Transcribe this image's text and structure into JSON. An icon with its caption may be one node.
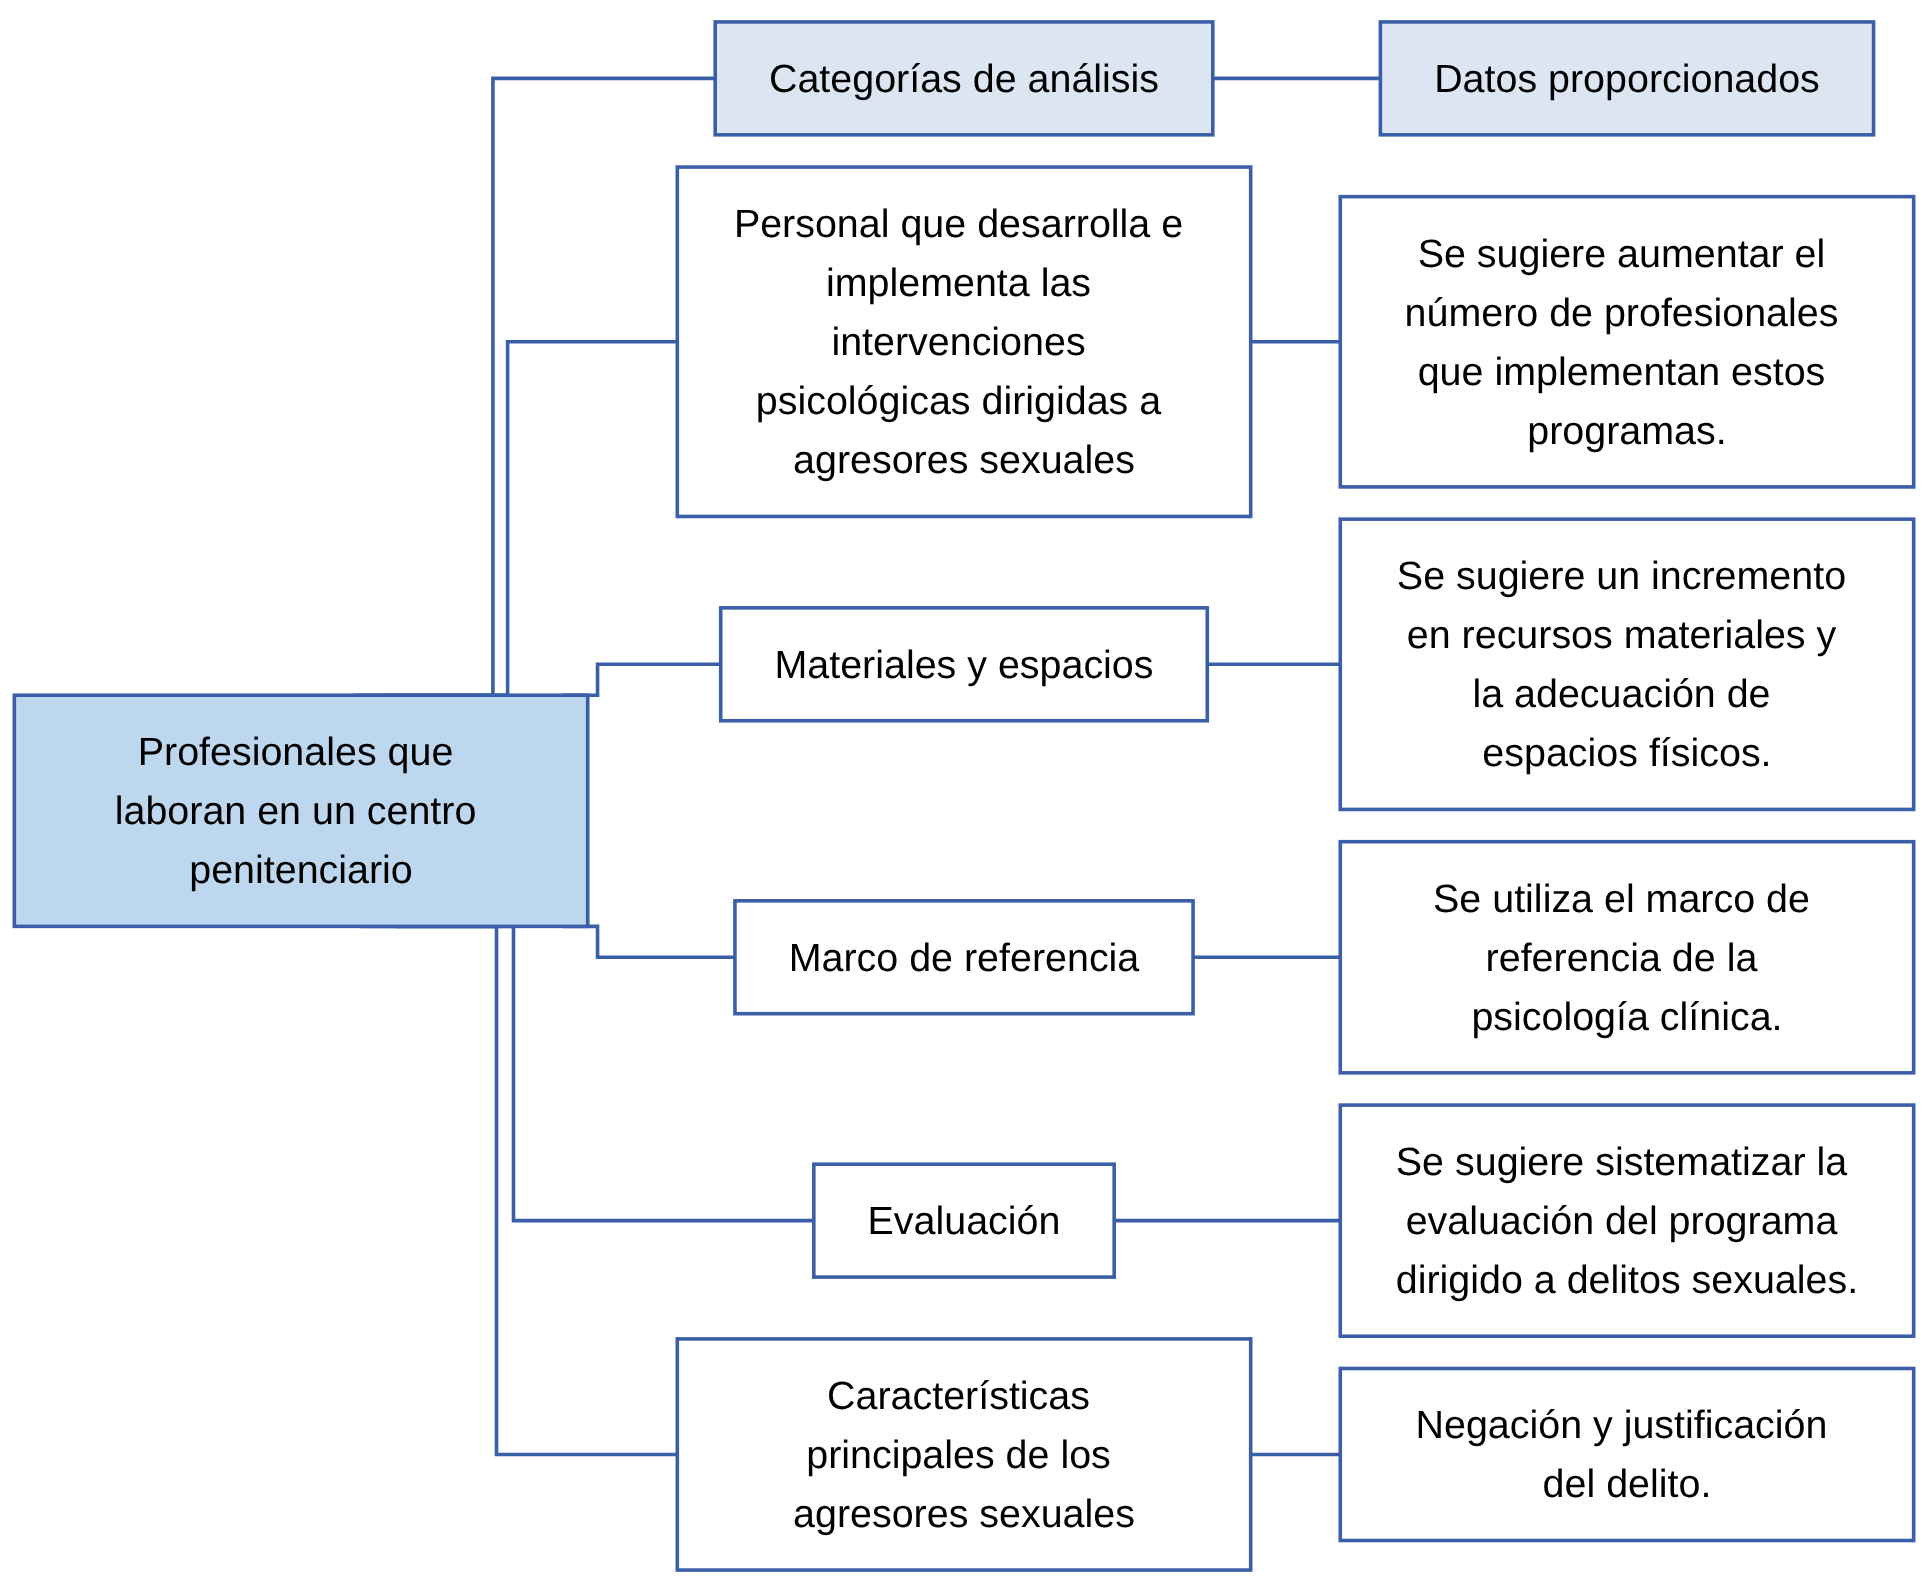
{
  "diagram": {
    "nodes": [
      {
        "text": [
          "Profesionales que laboran en un centro penitenciario"
        ]
      },
      {
        "text": [
          "Categorías de análisis"
        ]
      },
      {
        "text": [
          "Datos proporcionados"
        ]
      },
      {
        "text": [
          "Personal que desarrolla e implementa las intervenciones psicológicas dirigidas a agresores sexuales"
        ]
      },
      {
        "text": [
          "Se sugiere aumentar el número de profesionales que implementan estos programas."
        ]
      },
      {
        "text": [
          "Materiales y espacios"
        ]
      },
      {
        "text": [
          "Se sugiere un incremento en recursos materiales y la adecuación de espacios físicos."
        ]
      },
      {
        "text": [
          "Marco de referencia"
        ]
      },
      {
        "text": [
          "Se utiliza el marco de referencia de la psicología clínica."
        ]
      },
      {
        "text": [
          "Evaluación"
        ]
      },
      {
        "text": [
          "Se sugiere sistematizar la evaluación del programa dirigido a delitos sexuales."
        ]
      },
      {
        "text": [
          "Características principales de los agresores sexuales"
        ]
      },
      {
        "text": [
          "Negación y justificación del delito."
        ]
      }
    ],
    "edges": [
      {
        "from": 0,
        "to": 1,
        "arrow": "none"
      },
      {
        "from": 1,
        "to": 2,
        "arrow": "none"
      },
      {
        "from": 0,
        "to": 3,
        "arrow": "none"
      },
      {
        "from": 3,
        "to": 4,
        "arrow": "none"
      },
      {
        "from": 0,
        "to": 5,
        "arrow": "none"
      },
      {
        "from": 5,
        "to": 6,
        "arrow": "none"
      },
      {
        "from": 0,
        "to": 7,
        "arrow": "none"
      },
      {
        "from": 7,
        "to": 8,
        "arrow": "none"
      },
      {
        "from": 0,
        "to": 9,
        "arrow": "none"
      },
      {
        "from": 9,
        "to": 10,
        "arrow": "none"
      },
      {
        "from": 0,
        "to": 11,
        "arrow": "none"
      },
      {
        "from": 11,
        "to": 12,
        "arrow": "none"
      }
    ]
  }
}
